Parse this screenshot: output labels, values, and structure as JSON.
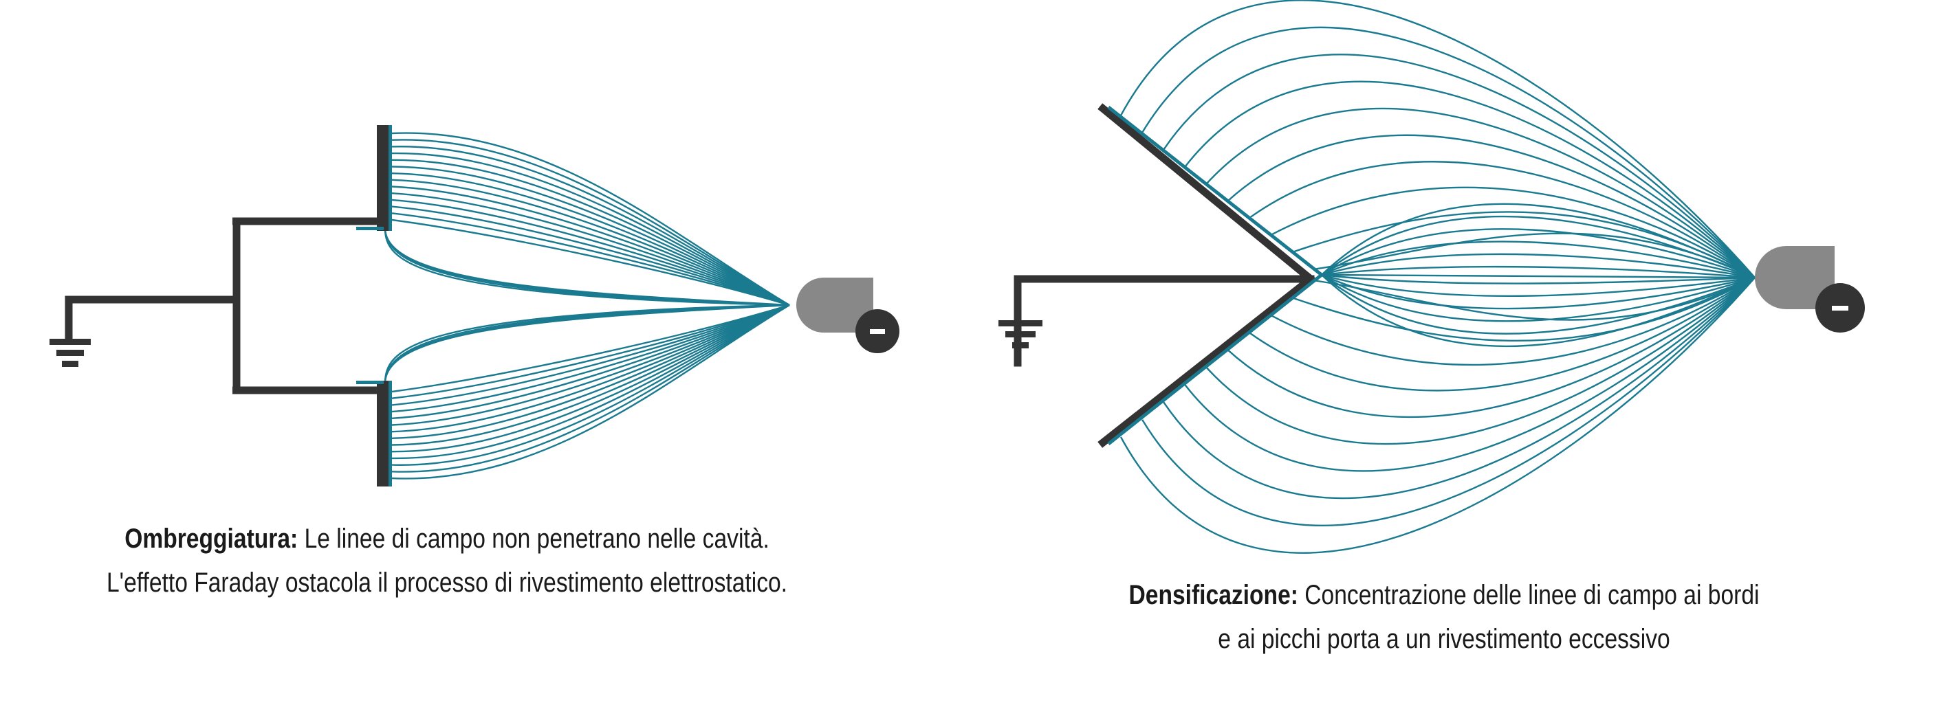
{
  "left_panel": {
    "caption_title": "Ombreggiatura:",
    "caption_line1": "Le linee di campo non penetrano nelle cavità.",
    "caption_line2": "L'effetto Faraday ostacola il processo di rivestimento elettrostatico."
  },
  "right_panel": {
    "caption_title": "Densificazione:",
    "caption_line1": "Concentrazione delle linee di campo ai bordi",
    "caption_line2": "e ai picchi porta a un rivestimento eccessivo"
  },
  "gun_polarity_symbol": "-",
  "colors": {
    "field_line": "#1a7a90",
    "conductor": "#333333",
    "spray_gun": "#888888",
    "electrode_badge": "#333333"
  },
  "icons": [
    "ground-icon",
    "spray-gun-icon",
    "negative-electrode-icon"
  ]
}
